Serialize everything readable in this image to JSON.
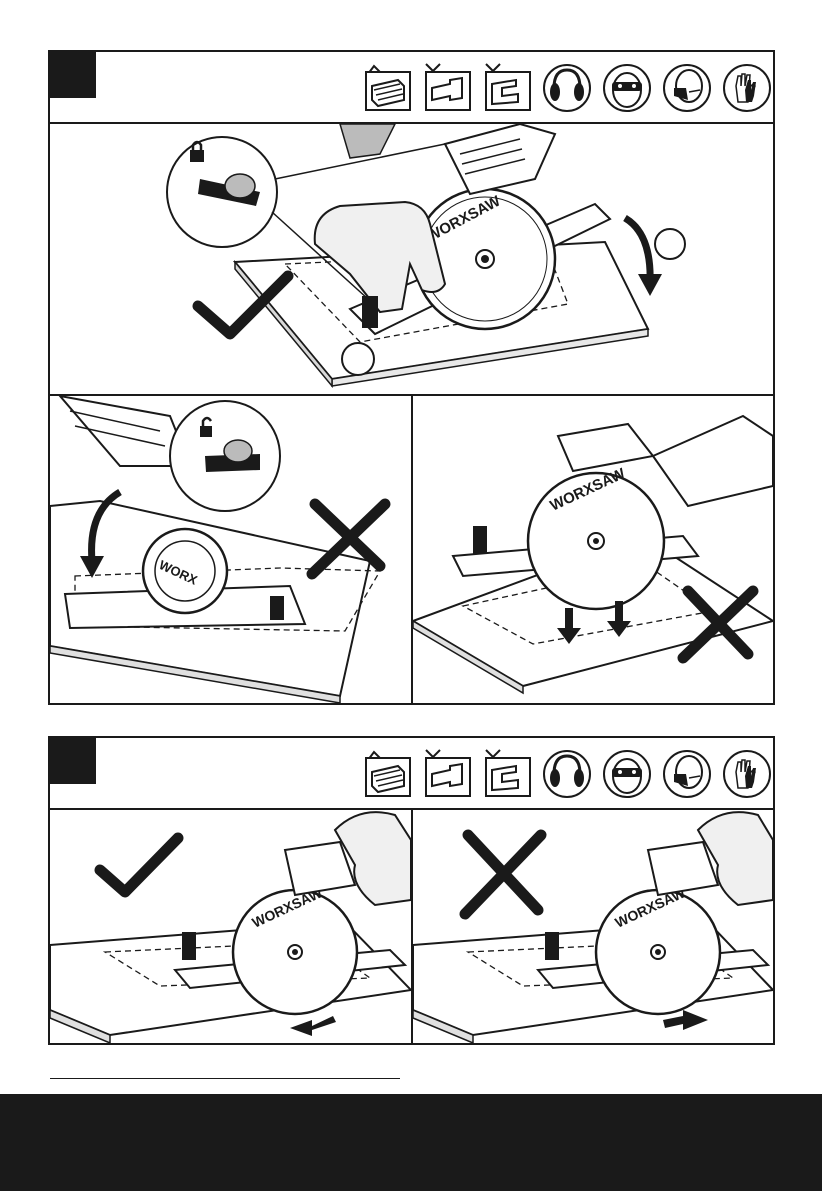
{
  "colors": {
    "ink": "#1a1a1a",
    "paper": "#ffffff",
    "wood": "#f1f1f1",
    "accent": "#000000"
  },
  "ppe_icons": [
    {
      "name": "wood-icon",
      "allowed": true
    },
    {
      "name": "metal-icon",
      "allowed": false
    },
    {
      "name": "plastic-icon",
      "allowed": false
    },
    {
      "name": "ear-protection-icon"
    },
    {
      "name": "eye-protection-icon"
    },
    {
      "name": "dust-mask-icon"
    },
    {
      "name": "gloves-icon"
    }
  ],
  "brand": {
    "blade_text": "WORXSAW",
    "motor_text": "WORX"
  },
  "figure1": {
    "main_panel": {
      "result": "correct",
      "lock_state": "locked"
    },
    "left_panel": {
      "result": "incorrect",
      "lock_state": "unlocked"
    },
    "right_panel": {
      "result": "incorrect"
    }
  },
  "figure2": {
    "left_panel": {
      "result": "correct",
      "direction": "forward"
    },
    "right_panel": {
      "result": "incorrect",
      "direction": "backward"
    }
  }
}
